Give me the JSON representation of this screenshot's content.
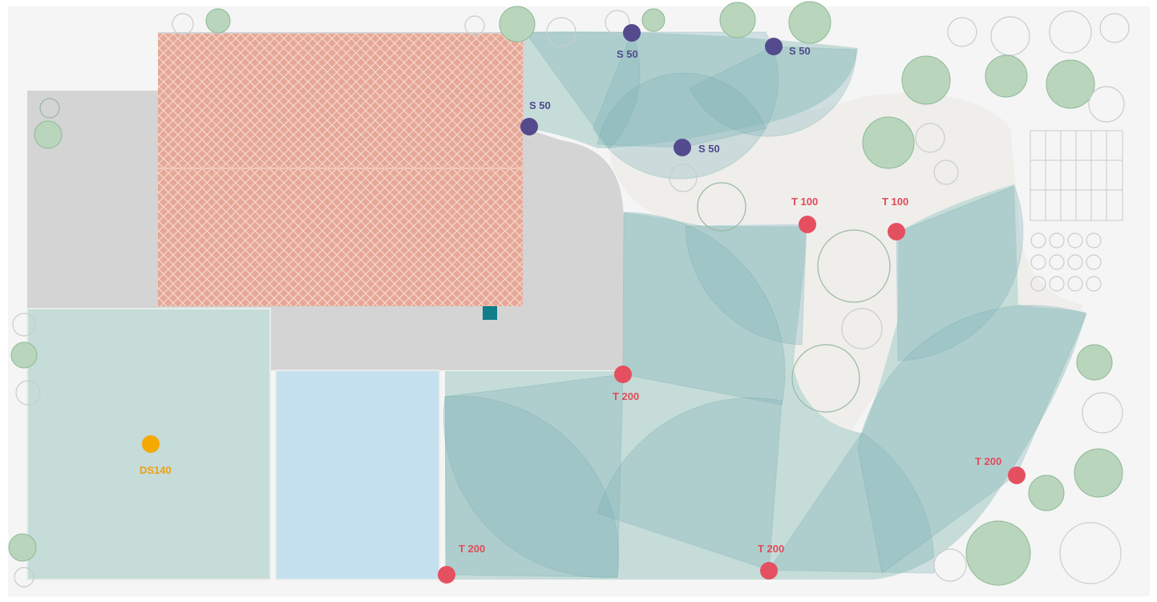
{
  "colors": {
    "background": "#f5f5f5",
    "patio": "#d4d4d4",
    "lawn": "#c5dcd8",
    "roof": "#e6a896",
    "pool": "#c5e0ef",
    "path": "#efeeeb",
    "spray_zone": "#7fb2b8",
    "sprinkler_s": "#544a8e",
    "sprinkler_t": "#e55060",
    "sprinkler_ds": "#f5a800",
    "controller": "#0f7d8a"
  },
  "sprinklers": [
    {
      "id": "s1",
      "label": "S 50",
      "type": "S"
    },
    {
      "id": "s2",
      "label": "S 50",
      "type": "S"
    },
    {
      "id": "s3",
      "label": "S 50",
      "type": "S"
    },
    {
      "id": "s4",
      "label": "S 50",
      "type": "S"
    },
    {
      "id": "t1",
      "label": "T 100",
      "type": "T"
    },
    {
      "id": "t2",
      "label": "T 100",
      "type": "T"
    },
    {
      "id": "t3",
      "label": "T 200",
      "type": "T"
    },
    {
      "id": "t4",
      "label": "T 200",
      "type": "T"
    },
    {
      "id": "t5",
      "label": "T 200",
      "type": "T"
    },
    {
      "id": "t6",
      "label": "T 200",
      "type": "T"
    },
    {
      "id": "d1",
      "label": "DS140",
      "type": "DS"
    }
  ],
  "icons": {
    "controller": "irrigation-controller-icon",
    "sprinkler": "sprinkler-head-icon",
    "tree": "tree-icon",
    "shrub": "shrub-icon"
  }
}
